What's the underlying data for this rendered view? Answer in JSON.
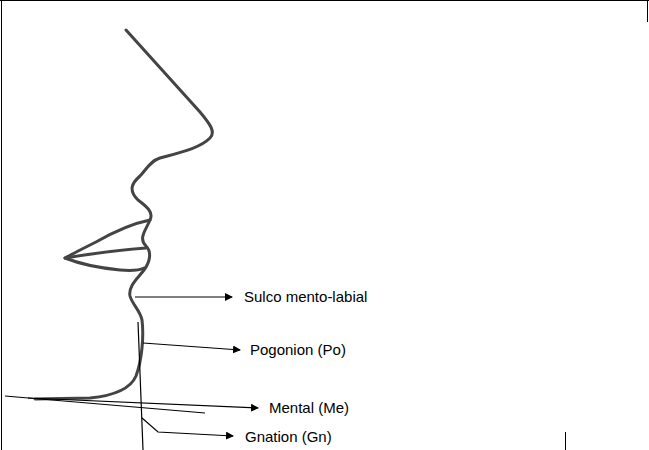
{
  "diagram": {
    "labels": [
      "Sulco mento-labial",
      "Pogonion (Po)",
      "Mental (Me)",
      "Gnation (Gn)"
    ]
  }
}
